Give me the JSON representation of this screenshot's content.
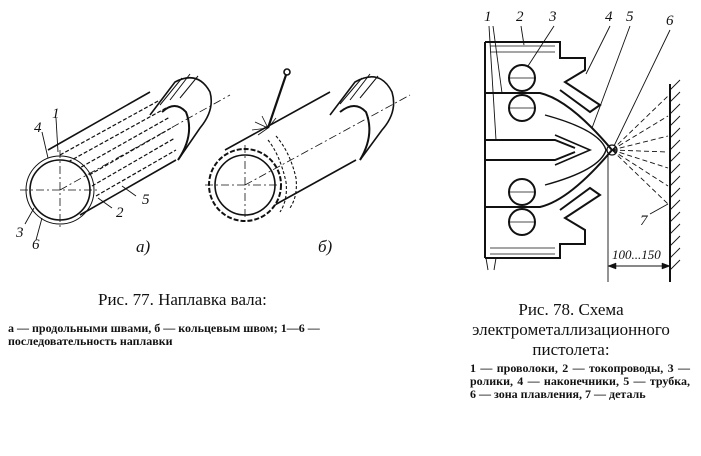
{
  "figure77": {
    "labels": {
      "n1": "1",
      "n2": "2",
      "n3": "3",
      "n4": "4",
      "n5": "5",
      "n6": "6",
      "a": "а)",
      "b": "б)"
    },
    "caption_title": "Рис. 77. Наплавка вала:",
    "caption_text": "а — продольными швами, б — кольцевым швом; 1—6 — последовательность наплавки"
  },
  "figure78": {
    "labels": {
      "n1": "1",
      "n2": "2",
      "n3": "3",
      "n4": "4",
      "n5": "5",
      "n6": "6",
      "n7": "7",
      "dim": "100...150"
    },
    "caption_title": "Рис. 78. Схема электрометаллизационного пистолета:",
    "caption_text": "1 — проволоки, 2 — токопроводы, 3 — ролики, 4 — наконечники, 5 — трубка, 6 — зона плавления, 7 — деталь"
  }
}
